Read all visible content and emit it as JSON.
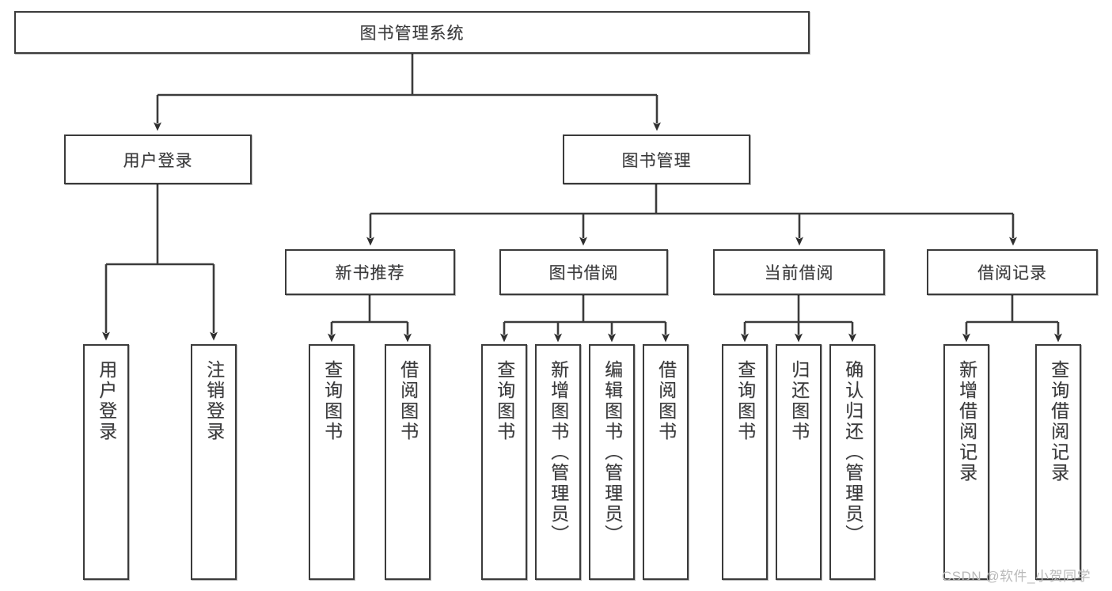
{
  "diagram": {
    "title": "图书管理系统",
    "type": "hierarchy-tree",
    "root": {
      "id": "root",
      "label": "图书管理系统"
    },
    "level2": [
      {
        "id": "user-login",
        "label": "用户登录"
      },
      {
        "id": "book-management",
        "label": "图书管理"
      }
    ],
    "level3": [
      {
        "id": "new-book-recommend",
        "label": "新书推荐",
        "parent": "book-management"
      },
      {
        "id": "book-borrow",
        "label": "图书借阅",
        "parent": "book-management"
      },
      {
        "id": "current-borrow",
        "label": "当前借阅",
        "parent": "book-management"
      },
      {
        "id": "borrow-record",
        "label": "借阅记录",
        "parent": "book-management"
      }
    ],
    "leaves": {
      "user_login": [
        {
          "id": "leaf-user-login",
          "label": "用户登录"
        },
        {
          "id": "leaf-logout-login",
          "label": "注销登录"
        }
      ],
      "new_book_recommend": [
        {
          "id": "leaf-query-book-1",
          "label": "查询图书"
        },
        {
          "id": "leaf-borrow-book-1",
          "label": "借阅图书"
        }
      ],
      "book_borrow": [
        {
          "id": "leaf-query-book-2",
          "label": "查询图书"
        },
        {
          "id": "leaf-add-book",
          "label": "新增图书（管理员）"
        },
        {
          "id": "leaf-edit-book",
          "label": "编辑图书（管理员）"
        },
        {
          "id": "leaf-borrow-book-2",
          "label": "借阅图书"
        }
      ],
      "current_borrow": [
        {
          "id": "leaf-query-book-3",
          "label": "查询图书"
        },
        {
          "id": "leaf-return-book",
          "label": "归还图书"
        },
        {
          "id": "leaf-confirm-return",
          "label": "确认归还（管理员）"
        }
      ],
      "borrow_record": [
        {
          "id": "leaf-add-record",
          "label": "新增借阅记录"
        },
        {
          "id": "leaf-query-record",
          "label": "查询借阅记录"
        }
      ]
    },
    "colors": {
      "background": "#ffffff",
      "box_border": "#3b3b3b",
      "box_fill": "#ffffff",
      "text": "#3a3a3a",
      "connector": "#3b3b3b",
      "watermark": "#b9b9b9"
    }
  },
  "watermark": {
    "text": "CSDN @软件_小贺同学"
  }
}
